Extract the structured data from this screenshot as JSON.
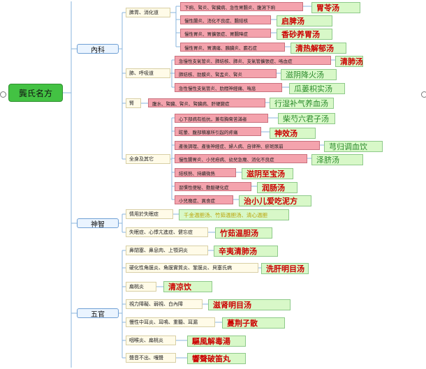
{
  "root": {
    "label": "龔氏名方"
  },
  "systems": [
    {
      "label": "內科"
    },
    {
      "label": "神智"
    },
    {
      "label": "五官"
    }
  ],
  "categories": [
    {
      "label": "脾胃、消化道"
    },
    {
      "label": "肺、呼吸道"
    },
    {
      "label": "腎"
    },
    {
      "label": "全身及其它"
    },
    {
      "label": "情用於失眠症"
    },
    {
      "label": "失眠症、心悸亢進症、健忘症"
    },
    {
      "label": "鼻閉塞、鼻息肉、上顎洞炎"
    },
    {
      "label": "硬化性角膜炎、角膜實質炎、鞏膜炎、貝塞氏病"
    },
    {
      "label": "扁桃炎"
    },
    {
      "label": "視力障礙、弱視、白內障"
    },
    {
      "label": "慢性中耳炎、耳鳴、重聽、耳漏"
    },
    {
      "label": "咽喉炎、扁桃炎"
    },
    {
      "label": "聲音不出、嘎聲"
    }
  ],
  "symptoms": [
    {
      "label": "下痢、腎炎、腎臟病、急性胃腸炎、腹瀉下痢"
    },
    {
      "label": "慢性腸炎、消化不良症、腸結核"
    },
    {
      "label": "慢性胃炎、胃擴張症、胃腸障症"
    },
    {
      "label": "慢性胃炎、胃潰瘍、胰臟炎、膽石症"
    },
    {
      "label": "急慢性支氣管炎、肺結核、肺炎、支氣管擴張症、咯血症"
    },
    {
      "label": "肺結核、肋膜炎、腎盂炎、腎炎"
    },
    {
      "label": "急性慢性支氣管炎、肋間神經痛、喘息"
    },
    {
      "label": "腹水、腎臟、腎炎、腎臟病、肝硬變症"
    },
    {
      "label": "心下部病有抵抗，兼有胸脅苦滿者"
    },
    {
      "label": "眩暈、腹部積塞所引起的疼痛"
    },
    {
      "label": "產後調理、產後神經症、婦人病、自律神、瘀斑尿崩"
    },
    {
      "label": "慢性腸胃炎、小兒疳病、幼兒急癇、消化不良症"
    },
    {
      "label": "結核熱、持續微熱"
    },
    {
      "label": "習慣性便秘、動脈硬化症"
    },
    {
      "label": "小兒癇症、異食症"
    }
  ],
  "remedies": [
    {
      "label": "胃苓汤"
    },
    {
      "label": "启脾汤"
    },
    {
      "label": "香砂养胃汤"
    },
    {
      "label": "清热解郁汤"
    },
    {
      "label": "清肺汤"
    },
    {
      "label": "滋阴降火汤"
    },
    {
      "label": "瓜蒌枳实汤"
    },
    {
      "label": "行湿补气养血汤"
    },
    {
      "label": "柴芍六君子汤"
    },
    {
      "label": "神效汤"
    },
    {
      "label": "芎归调血饮"
    },
    {
      "label": "泽脐汤"
    },
    {
      "label": "滋阴至宝汤"
    },
    {
      "label": "润肠汤"
    },
    {
      "label": "治小儿爱吃泥方"
    },
    {
      "label": "千金温胆汤、竹茹温胆汤、清心温胆"
    },
    {
      "label": "竹茹温胆汤"
    },
    {
      "label": "辛夷清肺汤"
    },
    {
      "label": "洗肝明目汤"
    },
    {
      "label": "清凉饮"
    },
    {
      "label": "滋肾明目汤"
    },
    {
      "label": "蔓荆子散"
    },
    {
      "label": "驅風解毒湯"
    },
    {
      "label": "響聲破笛丸"
    }
  ],
  "colors": {
    "root": "#43c243",
    "system": "#eaf4ff",
    "category": "#fffbe8",
    "symptom": "#f4a3ad",
    "remedy": "#d8f8c8",
    "remedy_text": "#cc0000",
    "line": "#8ab4dc"
  }
}
